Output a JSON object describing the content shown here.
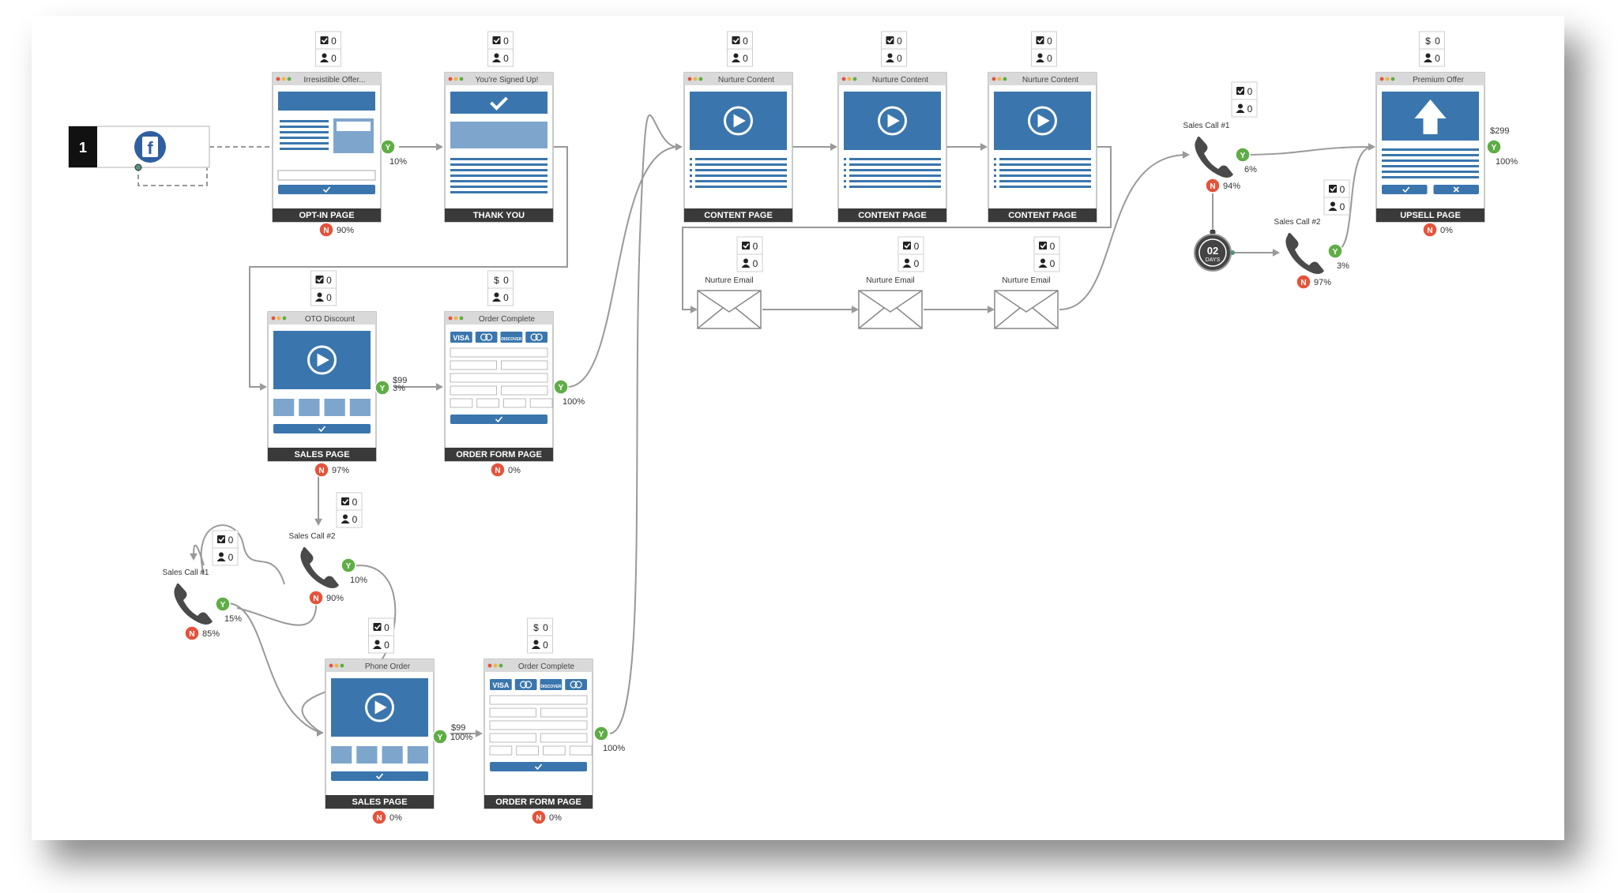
{
  "source": {
    "step_number": "1",
    "icon": "facebook-icon"
  },
  "pages": [
    {
      "id": "optin",
      "title": "Irresistible Offer...",
      "label": "OPT-IN PAGE",
      "type": "optin",
      "counts": [
        "0",
        "0"
      ],
      "count_icons": [
        "checkbox-icon",
        "person-icon"
      ],
      "yes": "10%",
      "no": "90%"
    },
    {
      "id": "thanks",
      "title": "You're Signed Up!",
      "label": "THANK YOU",
      "type": "thankyou",
      "counts": [
        "0",
        "0"
      ],
      "count_icons": [
        "checkbox-icon",
        "person-icon"
      ]
    },
    {
      "id": "content1",
      "title": "Nurture Content",
      "label": "CONTENT PAGE",
      "type": "content",
      "counts": [
        "0",
        "0"
      ],
      "count_icons": [
        "checkbox-icon",
        "person-icon"
      ]
    },
    {
      "id": "content2",
      "title": "Nurture Content",
      "label": "CONTENT PAGE",
      "type": "content",
      "counts": [
        "0",
        "0"
      ],
      "count_icons": [
        "checkbox-icon",
        "person-icon"
      ]
    },
    {
      "id": "content3",
      "title": "Nurture Content",
      "label": "CONTENT PAGE",
      "type": "content",
      "counts": [
        "0",
        "0"
      ],
      "count_icons": [
        "checkbox-icon",
        "person-icon"
      ]
    },
    {
      "id": "upsell",
      "title": "Premium Offer",
      "label": "UPSELL PAGE",
      "type": "upsell",
      "counts": [
        "0",
        "0"
      ],
      "count_icons": [
        "dollar-icon",
        "person-icon"
      ],
      "price": "$299",
      "yes": "100%",
      "no": "0%"
    },
    {
      "id": "sales1",
      "title": "OTO Discount",
      "label": "SALES PAGE",
      "type": "sales",
      "counts": [
        "0",
        "0"
      ],
      "count_icons": [
        "checkbox-icon",
        "person-icon"
      ],
      "price": "$99",
      "yes": "3%",
      "no": "97%"
    },
    {
      "id": "order1",
      "title": "Order Complete",
      "label": "ORDER FORM PAGE",
      "type": "order",
      "counts": [
        "0",
        "0"
      ],
      "count_icons": [
        "dollar-icon",
        "person-icon"
      ],
      "yes": "100%",
      "no": "0%"
    },
    {
      "id": "sales2",
      "title": "Phone Order",
      "label": "SALES PAGE",
      "type": "sales",
      "counts": [
        "0",
        "0"
      ],
      "count_icons": [
        "checkbox-icon",
        "person-icon"
      ],
      "price": "$99",
      "yes": "100%",
      "no": "0%"
    },
    {
      "id": "order2",
      "title": "Order Complete",
      "label": "ORDER FORM PAGE",
      "type": "order",
      "counts": [
        "0",
        "0"
      ],
      "count_icons": [
        "dollar-icon",
        "person-icon"
      ],
      "yes": "100%",
      "no": "0%"
    }
  ],
  "card_brands": [
    "VISA",
    "",
    "DISCOVER",
    ""
  ],
  "emails": [
    {
      "id": "email1",
      "label": "Nurture Email",
      "counts": [
        "0",
        "0"
      ]
    },
    {
      "id": "email2",
      "label": "Nurture Email",
      "counts": [
        "0",
        "0"
      ]
    },
    {
      "id": "email3",
      "label": "Nurture Email",
      "counts": [
        "0",
        "0"
      ]
    }
  ],
  "calls": [
    {
      "id": "callTop1",
      "label": "Sales Call #1",
      "counts": [
        "0",
        "0"
      ],
      "yes": "6%",
      "no": "94%"
    },
    {
      "id": "callTop2",
      "label": "Sales Call #2",
      "counts": [
        "0",
        "0"
      ],
      "yes": "3%",
      "no": "97%"
    },
    {
      "id": "callLow2",
      "label": "Sales Call #2",
      "counts": [
        "0",
        "0"
      ],
      "yes": "10%",
      "no": "90%"
    },
    {
      "id": "callLow1",
      "label": "Sales Call #1",
      "counts": [
        "0",
        "0"
      ],
      "yes": "15%",
      "no": "85%"
    }
  ],
  "delay": {
    "value": "02",
    "unit": "DAYS"
  },
  "badges": {
    "yes": "Y",
    "no": "N"
  },
  "colors": {
    "blue": "#3a76ad",
    "light_blue": "#7ea6cd",
    "dark_bar": "#3a3a3a",
    "yes_green": "#5fad46",
    "no_red": "#e5533b",
    "line_gray": "#999999",
    "card_border": "#b8b8b8",
    "phone": "#4a4a4a"
  }
}
